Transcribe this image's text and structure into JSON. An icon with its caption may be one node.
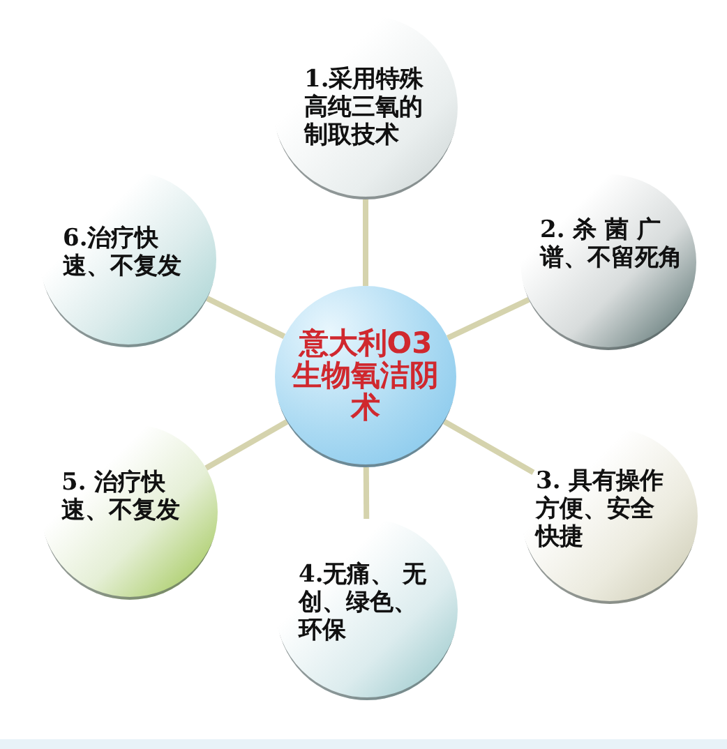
{
  "diagram": {
    "nodes": [
      {
        "text": [
          "意大利O3生物氧洁阴术"
        ]
      },
      {
        "text": [
          "1.采用特殊高纯三氧的制取技术"
        ]
      },
      {
        "text": [
          "2. 杀 菌 广谱、不留死角"
        ]
      },
      {
        "text": [
          "3. 具有操作方便、安全快捷"
        ]
      },
      {
        "text": [
          "4.无痛、 无创、绿色、环保"
        ]
      },
      {
        "text": [
          "5. 治疗快速、不复发"
        ]
      },
      {
        "text": [
          "6.治疗快速、不复发"
        ]
      }
    ],
    "edges": [
      {
        "from": 0,
        "to": 1,
        "arrow": "none"
      },
      {
        "from": 0,
        "to": 2,
        "arrow": "none"
      },
      {
        "from": 0,
        "to": 3,
        "arrow": "none"
      },
      {
        "from": 0,
        "to": 4,
        "arrow": "none"
      },
      {
        "from": 0,
        "to": 5,
        "arrow": "none"
      },
      {
        "from": 0,
        "to": 6,
        "arrow": "none"
      }
    ]
  }
}
